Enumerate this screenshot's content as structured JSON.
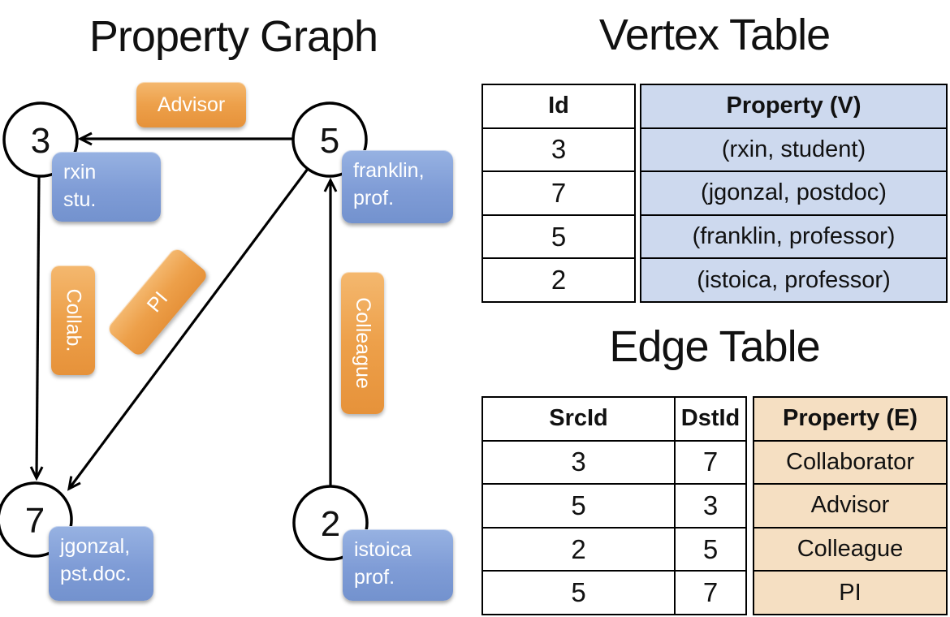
{
  "colors": {
    "edge_label_orange": "#eda04a",
    "vertex_label_blue": "#84a1d8",
    "vertex_cell_fill": "#cdd9ee",
    "edge_cell_fill": "#f5dfc2",
    "line_color": "#000000"
  },
  "graph": {
    "title": "Property Graph",
    "vertices": [
      {
        "id": "3",
        "name": "rxin",
        "role": "stu."
      },
      {
        "id": "5",
        "name": "franklin,",
        "role": "prof."
      },
      {
        "id": "7",
        "name": "jgonzal,",
        "role": "pst.doc."
      },
      {
        "id": "2",
        "name": "istoica",
        "role": "prof."
      }
    ],
    "edges": [
      {
        "label": "Advisor",
        "src": "5",
        "dst": "3"
      },
      {
        "label": "Collab.",
        "src": "3",
        "dst": "7"
      },
      {
        "label": "PI",
        "src": "5",
        "dst": "7"
      },
      {
        "label": "Colleague",
        "src": "2",
        "dst": "5"
      }
    ]
  },
  "vertex_table": {
    "title": "Vertex Table",
    "columns": [
      "Id",
      "Property (V)"
    ],
    "rows": [
      [
        "3",
        "(rxin, student)"
      ],
      [
        "7",
        "(jgonzal, postdoc)"
      ],
      [
        "5",
        "(franklin, professor)"
      ],
      [
        "2",
        "(istoica, professor)"
      ]
    ]
  },
  "edge_table": {
    "title": "Edge Table",
    "columns": [
      "SrcId",
      "DstId",
      "Property (E)"
    ],
    "rows": [
      [
        "3",
        "7",
        "Collaborator"
      ],
      [
        "5",
        "3",
        "Advisor"
      ],
      [
        "2",
        "5",
        "Colleague"
      ],
      [
        "5",
        "7",
        "PI"
      ]
    ]
  }
}
